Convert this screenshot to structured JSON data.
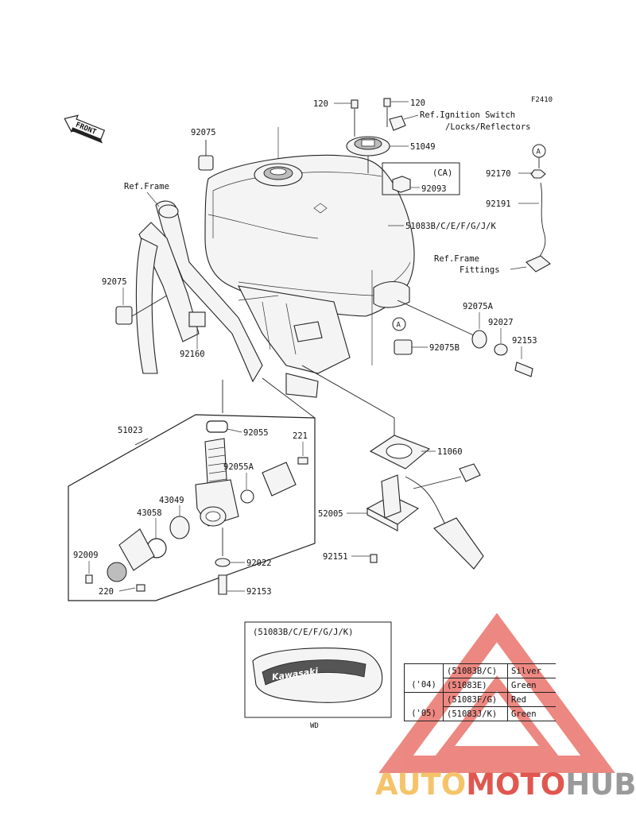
{
  "figure_code": "F2410",
  "front_label": "FRONT",
  "refs": {
    "frame": "Ref.Frame",
    "ignition_line1": "Ref.Ignition Switch",
    "ignition_line2": "/Locks/Reflectors",
    "frame_fittings_line1": "Ref.Frame",
    "frame_fittings_line2": "Fittings"
  },
  "callouts": {
    "a_marker": "A",
    "ca_label": "(CA)",
    "wd_note": "WD",
    "decal_header": "(51083B/C/E/F/G/J/K)",
    "decal_brand": "Kawasaki"
  },
  "parts": {
    "p120_left": "120",
    "p120_right": "120",
    "p51049": "51049",
    "p92075_top": "92075",
    "p92093": "92093",
    "p92170": "92170",
    "p92191": "92191",
    "p51083": "51083B/C/E/F/G/J/K",
    "p92075_left": "92075",
    "p92075A": "92075A",
    "p92027": "92027",
    "p92153_right": "92153",
    "p92075B": "92075B",
    "p92160": "92160",
    "p51023": "51023",
    "p92055": "92055",
    "p221": "221",
    "p92055A": "92055A",
    "p43049": "43049",
    "p43058": "43058",
    "p92009": "92009",
    "p220": "220",
    "p92022": "92022",
    "p92153_bottom": "92153",
    "p11060": "11060",
    "p52005": "52005",
    "p92151": "92151"
  },
  "color_table": {
    "rows": [
      {
        "year": "",
        "code": "(51083B/C)",
        "color": "Silver"
      },
      {
        "year": "('04)",
        "code": "(51083E)",
        "color": "Green"
      },
      {
        "year": "",
        "code": "(51083F/G)",
        "color": "Red"
      },
      {
        "year": "('05)",
        "code": "(51083J/K)",
        "color": "Green"
      }
    ]
  },
  "watermark": {
    "part1": "AUTO",
    "part2": "MOTO",
    "part3": "HUB",
    "color1": "#f5c46a",
    "color2": "#e0574f",
    "color3": "#9a9a9a",
    "logo_color": "#e9746c"
  }
}
